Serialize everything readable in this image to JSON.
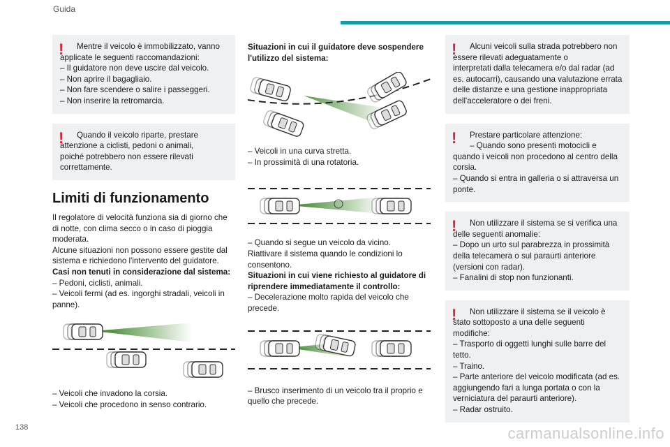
{
  "header": {
    "section": "Guida",
    "page_number": "138",
    "accent_color": "#1a9aa7",
    "warning_color": "#d7263d"
  },
  "col1": {
    "box1": {
      "first": "Mentre il veicolo è immobilizzato, vanno applicate le seguenti raccomandazioni:",
      "items": [
        "–  Il guidatore non deve uscire dal veicolo.",
        "–  Non aprire il bagagliaio.",
        "–  Non fare scendere o salire i passeggeri.",
        "–  Non inserire la retromarcia."
      ]
    },
    "box2": {
      "first": "Quando il veicolo riparte, prestare attenzione a ciclisti, pedoni o animali,",
      "rest": "poiché potrebbero non essere rilevati correttamente."
    },
    "heading": "Limiti di funzionamento",
    "p1": "Il regolatore di velocità funziona sia di giorno che di notte, con clima secco o in caso di pioggia moderata.",
    "p2": "Alcune situazioni non possono essere gestite dal sistema e richiedono l'intervento del guidatore.",
    "bold1": "Casi non tenuti in considerazione dal sistema:",
    "items": [
      "–  Pedoni, ciclisti, animali.",
      "–  Veicoli fermi (ad es. ingorghi stradali, veicoli in panne)."
    ],
    "items2": [
      "–  Veicoli che invadono la corsia.",
      "–  Veicoli che procedono in senso contrario."
    ]
  },
  "col2": {
    "bold1": "Situazioni in cui il guidatore deve sospendere l'utilizzo del sistema:",
    "items1": [
      "–  Veicoli in una curva stretta.",
      "–  In prossimità di una rotatoria."
    ],
    "items2": [
      "–  Quando si segue un veicolo da vicino."
    ],
    "p1": "Riattivare il sistema quando le condizioni lo consentono.",
    "bold2": "Situazioni in cui viene richiesto al guidatore di riprendere immediatamente il controllo:",
    "items3": [
      "–  Decelerazione molto rapida del veicolo che precede."
    ],
    "items4": [
      "–  Brusco inserimento di un veicolo tra il proprio e quello che precede."
    ]
  },
  "col3": {
    "box1": {
      "first": "Alcuni veicoli sulla strada potrebbero non essere rilevati adeguatamente o",
      "rest": "interpretati dalla telecamera e/o dal radar (ad es. autocarri), causando una valutazione errata delle distanze e una gestione inappropriata dell'acceleratore o dei freni."
    },
    "box2": {
      "first": "Prestare particolare attenzione:",
      "first2": "–  Quando sono presenti motocicli e",
      "rest": "quando i veicoli non procedono al centro della corsia.",
      "item": "–  Quando si entra in galleria o si attraversa un ponte."
    },
    "box3": {
      "first": "Non utilizzare il sistema se si verifica una delle seguenti anomalie:",
      "items": [
        "–  Dopo un urto sul parabrezza in prossimità della telecamera o sul paraurti anteriore (versioni con radar).",
        "–  Fanalini di stop non funzionanti."
      ]
    },
    "box4": {
      "first": "Non utilizzare il sistema se il veicolo è stato sottoposto a una delle seguenti",
      "rest": "modifiche:",
      "items": [
        "–  Trasporto di oggetti lunghi sulle barre del tetto.",
        "–  Traino.",
        "–  Parte anteriore del veicolo modificata (ad es. aggiungendo fari a lunga portata o con la verniciatura del paraurti anteriore).",
        "–  Radar ostruito."
      ]
    }
  },
  "watermark": "carmanualsonline.info"
}
